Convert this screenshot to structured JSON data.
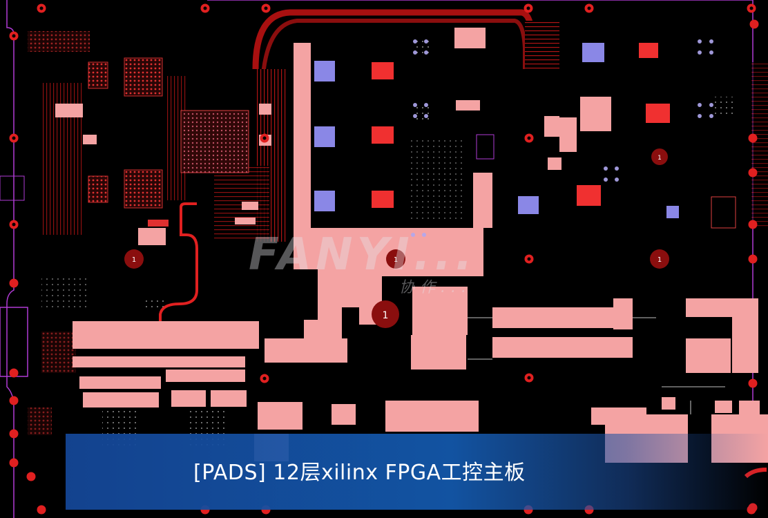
{
  "banner": {
    "title": "[PADS] 12层xilinx FPGA工控主板"
  },
  "watermark": {
    "brand": "FANYI...",
    "sub": "协作..."
  },
  "colors": {
    "background": "#000000",
    "copper": "#c81818",
    "copper_dark": "#8a0e0e",
    "pad_pink": "#f4a3a3",
    "silkscreen": "#ffffff",
    "outline": "#b13bd6",
    "banner_blue": "#1a5ab0"
  },
  "markers": {
    "fiducial_label": "1"
  }
}
